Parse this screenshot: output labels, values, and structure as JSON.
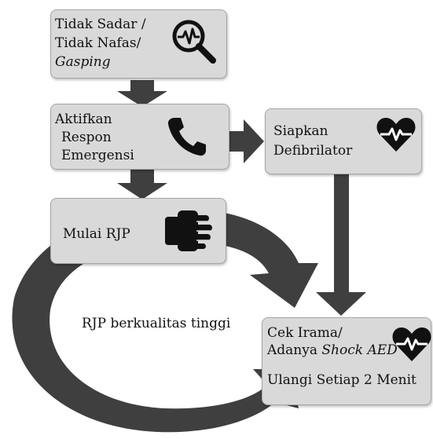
{
  "boxes": {
    "unconscious": {
      "line1": "Tidak Sadar /",
      "line2": "Tidak Nafas/",
      "line3": "Gasping"
    },
    "activate": {
      "line1": "Aktifkan",
      "line2": "Respon",
      "line3": "Emergensi"
    },
    "defib": {
      "line1": "Siapkan",
      "line2": "Defibrilator"
    },
    "cpr": {
      "label": "Mulai RJP"
    },
    "rhythm": {
      "line1": "Cek Irama/",
      "line2_prefix": "Adanya ",
      "line2_italic": "Shock AED",
      "line3": "Ulangi Setiap 2 Menit"
    }
  },
  "loop_label": "RJP berkualitas tinggi",
  "icons": [
    "magnifier-heartbeat-icon",
    "phone-icon",
    "heart-pulse-icon",
    "hands-compression-icon",
    "heart-pulse-icon"
  ],
  "colors": {
    "box_fill": "#d9d9d9",
    "box_border": "#a6a6a6",
    "arrow": "#3f3f3f",
    "icon": "#111111"
  }
}
